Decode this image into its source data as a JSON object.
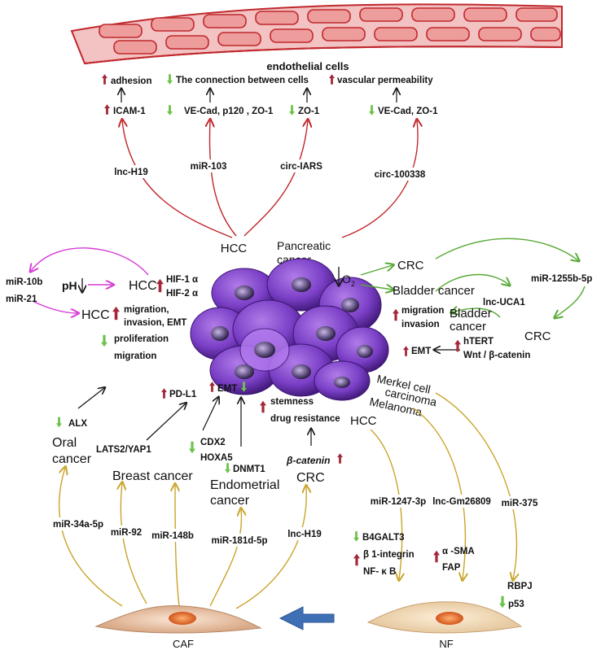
{
  "endothelial": {
    "title": "endothelial cells",
    "adhesion": "adhesion",
    "connection": "The connection between cells",
    "permeability": "vascular permeability",
    "icam": "ICAM-1",
    "vecad_p120": "VE-Cad, p120 , ZO-1",
    "zo1": "ZO-1",
    "vecad_zo1": "VE-Cad, ZO-1",
    "lnc_h19": "lnc-H19",
    "mir103": "miR-103",
    "circ_iars": "circ-IARS",
    "circ_100338": "circ-100338",
    "hcc": "HCC",
    "pancreatic_1": "Pancreatic",
    "pancreatic_2": "cancer"
  },
  "left": {
    "mir10b": "miR-10b",
    "mir21": "miR-21",
    "ph": "pH",
    "hcc_top": "HCC",
    "hif1": "HIF-1 α",
    "hif2": "HIF-2 α",
    "hcc_bottom": "HCC",
    "migration": "migration,",
    "invasion": "invasion, EMT"
  },
  "right": {
    "o2": "O",
    "o2_sub": "2",
    "crc_top": "CRC",
    "bladder": "Bladder cancer",
    "lnc_uca1": "lnc-UCA1",
    "mir1255": "miR-1255b-5p",
    "migration": "migration",
    "invasion": "invasion",
    "bladder2_1": "Bladder",
    "bladder2_2": "cancer",
    "emt": "EMT",
    "htert": "hTERT",
    "wnt": "Wnt / β-catenin",
    "crc_right": "CRC"
  },
  "caf_side": {
    "proliferation": "proliferation",
    "migration": "migration",
    "alx": "ALX",
    "oral_1": "Oral",
    "oral_2": "cancer",
    "pdl1": "PD-L1",
    "lats2": "LATS2/YAP1",
    "breast": "Breast cancer",
    "emt": "EMT",
    "cdx2": "CDX2",
    "hoxa5": "HOXA5",
    "dnmt1": "DNMT1",
    "endometrial_1": "Endometrial",
    "endometrial_2": "cancer",
    "stemness": "stemness",
    "drug_resistance": "drug resistance",
    "beta_catenin": "β-catenin",
    "crc": "CRC",
    "mir34a": "miR-34a-5p",
    "mir92": "miR-92",
    "mir148b": "miR-148b",
    "mir181d": "miR-181d-5p",
    "lnc_h19": "lnc-H19",
    "caf": "CAF"
  },
  "nf_side": {
    "merkel_1": "Merkel cell",
    "merkel_2": "carcinoma",
    "melanoma": "Melanoma",
    "hcc": "HCC",
    "mir1247": "miR-1247-3p",
    "lnc_gm": "lnc-Gm26809",
    "mir375": "miR-375",
    "b4galt3": "B4GALT3",
    "b1_integrin": "β 1-integrin",
    "nfkb": "NF- κ B",
    "asma": "α -SMA",
    "fap": "FAP",
    "rbpj": "RBPJ",
    "p53": "p53",
    "nf": "NF"
  },
  "colors": {
    "red_arrow": "#c0282d",
    "magenta_arrow": "#d63ad6",
    "green_arrow": "#55a832",
    "gold_arrow": "#c9a42a",
    "up_arrow": "#a3283a",
    "down_arrow": "#6cc24a",
    "blue_arrow": "#3f6fb5",
    "tumor": "#7a3fc6",
    "vessel": "#d9534f"
  }
}
